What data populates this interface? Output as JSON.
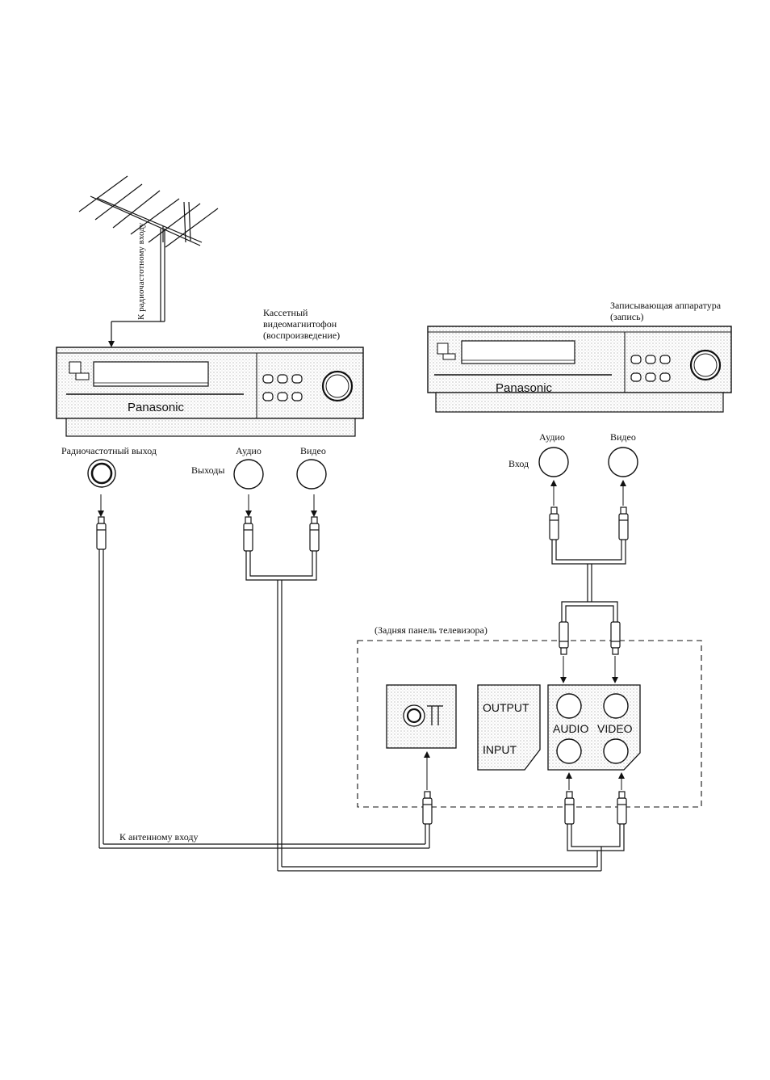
{
  "labels": {
    "antenna_to_rf_input": "К радиочастотному входу",
    "vcr_playback_title_1": "Кассетный",
    "vcr_playback_title_2": "видеомагнитофон",
    "vcr_playback_title_3": "(воспроизведение)",
    "recorder_title_1": "Записывающая аппаратура",
    "recorder_title_2": "(запись)",
    "rf_output": "Радиочастотный выход",
    "audio_left": "Аудио",
    "video_left": "Видео",
    "outputs": "Выходы",
    "audio_right": "Аудио",
    "video_right": "Видео",
    "input_right": "Вход",
    "tv_back_panel": "(Задняя панель телевизора)",
    "to_antenna_input": "К антенному входу"
  },
  "devices": {
    "brand_left": "Panasonic",
    "brand_right": "Panasonic"
  },
  "tv_panel": {
    "output": "OUTPUT",
    "input": "INPUT",
    "audio": "AUDIO",
    "video": "VIDEO"
  }
}
